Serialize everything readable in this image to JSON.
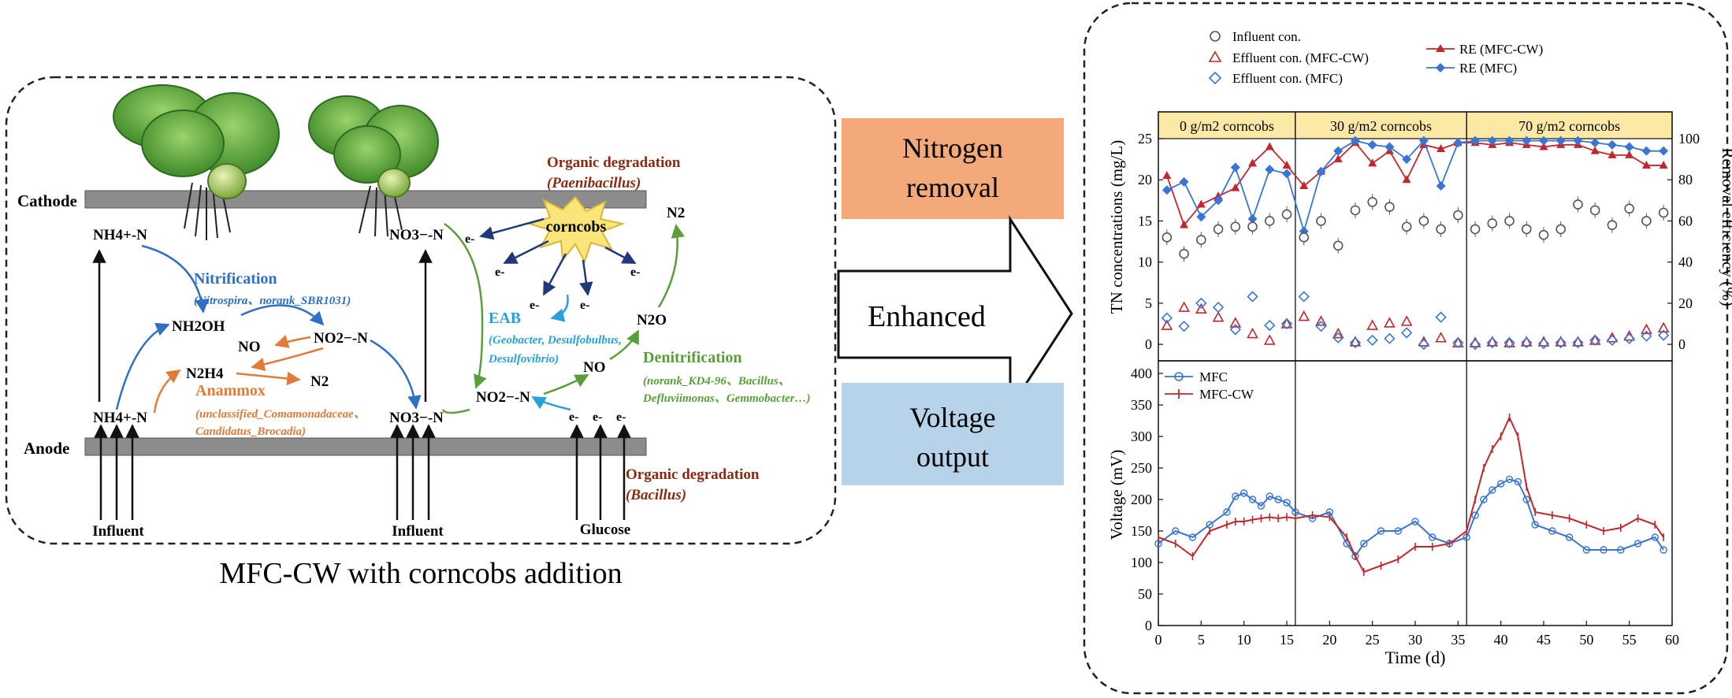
{
  "colors": {
    "blue": "#2f6fc4",
    "light_blue": "#2aa0d8",
    "orange": "#e07b39",
    "green": "#5a9e3a",
    "dark_red": "#8b2a10",
    "navy": "#1f3a7a",
    "salmon_box": "#f4a97a",
    "blue_box": "#b7d3ea",
    "chart_header": "#fde9a6",
    "mfc_line": "#3a75d2",
    "mfccw_line": "#c0282e",
    "gray_marker": "#555555"
  },
  "left_panel": {
    "caption": "MFC-CW with corncobs addition",
    "cathode": "Cathode",
    "anode": "Anode",
    "nh4_top": "NH4+-N",
    "nh4_bottom": "NH4+-N",
    "no3_top": "NO3−-N",
    "no3_bottom": "NO3−-N",
    "nh2oh": "NH2OH",
    "no2_left": "NO2−-N",
    "no_left": "NO",
    "n2h4": "N2H4",
    "n2_left": "N2",
    "nitrification": "Nitrification",
    "nitrification_bact": "(Nitrospira、norank_SBR1031)",
    "anammox": "Anammox",
    "anammox_bact_1": "(unclassified_Comamonadaceae、",
    "anammox_bact_2": "Candidatus_Brocadia)",
    "organic_top": "Organic degradation",
    "organic_top_bact": "(Paenibacillus)",
    "corncobs": "corncobs",
    "electron": "e-",
    "eab": "EAB",
    "eab_bact_1": "(Geobacter, Desulfobulbus,",
    "eab_bact_2": "Desulfovibrio)",
    "no2_right": "NO2−-N",
    "no_right": "NO",
    "n2o": "N2O",
    "n2_right": "N2",
    "denitrification": "Denitrification",
    "denit_bact_1": "(norank_KD4-96、Bacillus、",
    "denit_bact_2": "Defluviimonas、Gemmobacter…)",
    "organic_bottom": "Organic degradation",
    "organic_bottom_bact": "(Bacillus)",
    "influent_1": "Influent",
    "influent_2": "Influent",
    "glucose": "Glucose"
  },
  "middle": {
    "nitrogen_removal_1": "Nitrogen",
    "nitrogen_removal_2": "removal",
    "enhanced": "Enhanced",
    "voltage_output_1": "Voltage",
    "voltage_output_2": "output"
  },
  "chart_data": [
    {
      "type": "scatter",
      "title": "",
      "xlabel": "",
      "ylabel": "TN concentrations (mg/L)",
      "y2label": "Removal efficiency (%)",
      "xlim": [
        0,
        60
      ],
      "ylim": [
        -2,
        25
      ],
      "y2lim": [
        -8,
        100
      ],
      "yticks": [
        0,
        5,
        10,
        15,
        20,
        25
      ],
      "y2ticks": [
        0,
        20,
        40,
        60,
        80,
        100
      ],
      "phases": [
        {
          "label": "0 g/m2 corncobs",
          "start": 0,
          "end": 16
        },
        {
          "label": "30 g/m2 corncobs",
          "start": 16,
          "end": 36
        },
        {
          "label": "70 g/m2 corncobs",
          "start": 36,
          "end": 60
        }
      ],
      "legend": {
        "influent": "Influent con.",
        "eff_mfccw": "Effluent con. (MFC-CW)",
        "eff_mfc": "Effluent con. (MFC)",
        "re_mfccw": "RE (MFC-CW)",
        "re_mfc": "RE (MFC)"
      },
      "series": [
        {
          "name": "Influent con.",
          "x": [
            1,
            3,
            5,
            7,
            9,
            11,
            13,
            15,
            17,
            19,
            21,
            23,
            25,
            27,
            29,
            31,
            33,
            35,
            37,
            39,
            41,
            43,
            45,
            47,
            49,
            51,
            53,
            55,
            57,
            59
          ],
          "values": [
            13,
            11,
            12.7,
            14,
            14.3,
            14.3,
            15,
            15.8,
            13,
            15,
            12,
            16.3,
            17.3,
            16.7,
            14.3,
            15,
            14,
            15.7,
            14,
            14.7,
            15,
            14,
            13.3,
            14,
            17,
            16.3,
            14.5,
            16.5,
            15,
            16
          ]
        },
        {
          "name": "Effluent con. (MFC-CW)",
          "x": [
            1,
            3,
            5,
            7,
            9,
            11,
            13,
            15,
            17,
            19,
            21,
            23,
            25,
            27,
            29,
            31,
            33,
            35,
            37,
            39,
            41,
            43,
            45,
            47,
            49,
            51,
            53,
            55,
            57,
            59
          ],
          "values": [
            2.3,
            4.5,
            4.3,
            3.3,
            2.6,
            1.3,
            0.5,
            2.5,
            3.4,
            2.8,
            1.3,
            0.3,
            2.3,
            2.6,
            2.8,
            0.3,
            0.8,
            0.2,
            0.2,
            0.3,
            0.2,
            0.3,
            0.3,
            0.3,
            0.3,
            0.5,
            0.8,
            1,
            1.8,
            2
          ]
        },
        {
          "name": "Effluent con. (MFC)",
          "x": [
            1,
            3,
            5,
            7,
            9,
            11,
            13,
            15,
            17,
            19,
            21,
            23,
            25,
            27,
            29,
            31,
            33,
            35,
            37,
            39,
            41,
            43,
            45,
            47,
            49,
            51,
            53,
            55,
            57,
            59
          ],
          "values": [
            3.2,
            2.2,
            5,
            4.5,
            1.8,
            5.8,
            2.3,
            2.5,
            5.8,
            2.2,
            0.8,
            0.2,
            0.5,
            0.7,
            1.4,
            0,
            3.3,
            0.2,
            0,
            0.2,
            0.2,
            0.2,
            0.1,
            0.2,
            0.2,
            0.5,
            0.5,
            0.7,
            1,
            1.1
          ]
        },
        {
          "name": "RE (MFC-CW)",
          "x": [
            1,
            3,
            5,
            7,
            9,
            11,
            13,
            15,
            17,
            19,
            21,
            23,
            25,
            27,
            29,
            31,
            33,
            35,
            37,
            39,
            41,
            43,
            45,
            47,
            49,
            51,
            53,
            55,
            57,
            59
          ],
          "values": [
            82,
            58,
            68,
            72,
            76,
            88,
            96,
            87,
            77,
            84,
            90,
            98,
            88,
            94,
            80,
            97,
            95,
            98,
            98,
            97,
            98,
            97,
            96,
            97,
            97,
            94,
            92,
            92,
            87,
            87
          ]
        },
        {
          "name": "RE (MFC)",
          "x": [
            1,
            3,
            5,
            7,
            9,
            11,
            13,
            15,
            17,
            19,
            21,
            23,
            25,
            27,
            29,
            31,
            33,
            35,
            37,
            39,
            41,
            43,
            45,
            47,
            49,
            51,
            53,
            55,
            57,
            59
          ],
          "values": [
            75,
            79,
            62,
            70,
            86,
            61,
            85,
            83,
            55,
            84,
            94,
            99,
            97,
            96,
            90,
            99,
            77,
            98,
            99,
            99,
            99,
            99,
            99,
            99,
            99,
            98,
            97,
            96,
            94,
            94
          ]
        }
      ]
    },
    {
      "type": "line",
      "title": "",
      "xlabel": "Time (d)",
      "ylabel": "Voltage (mV)",
      "xlim": [
        0,
        60
      ],
      "ylim": [
        0,
        420
      ],
      "xticks": [
        0,
        5,
        10,
        15,
        20,
        25,
        30,
        35,
        40,
        45,
        50,
        55,
        60
      ],
      "yticks": [
        0,
        50,
        100,
        150,
        200,
        250,
        300,
        350,
        400
      ],
      "phase_lines": [
        16,
        36
      ],
      "series": [
        {
          "name": "MFC",
          "x": [
            0,
            2,
            4,
            6,
            8,
            9,
            10,
            11,
            12,
            13,
            14,
            15,
            16,
            18,
            20,
            22,
            23,
            24,
            26,
            28,
            30,
            32,
            34,
            36,
            37,
            38,
            39,
            40,
            41,
            42,
            43,
            44,
            46,
            48,
            50,
            52,
            54,
            56,
            58,
            59
          ],
          "values": [
            130,
            150,
            140,
            160,
            180,
            205,
            210,
            200,
            190,
            205,
            200,
            195,
            180,
            170,
            180,
            130,
            110,
            130,
            150,
            150,
            165,
            140,
            130,
            140,
            175,
            200,
            215,
            225,
            232,
            228,
            200,
            160,
            150,
            140,
            120,
            120,
            120,
            130,
            140,
            120
          ]
        },
        {
          "name": "MFC-CW",
          "x": [
            0,
            2,
            4,
            6,
            8,
            9,
            10,
            11,
            12,
            13,
            14,
            15,
            16,
            18,
            20,
            22,
            23,
            24,
            26,
            28,
            30,
            32,
            34,
            36,
            37,
            38,
            39,
            40,
            41,
            42,
            43,
            44,
            46,
            48,
            50,
            52,
            54,
            56,
            58,
            59
          ],
          "values": [
            140,
            130,
            110,
            150,
            160,
            165,
            165,
            168,
            170,
            172,
            170,
            172,
            170,
            175,
            172,
            140,
            110,
            85,
            95,
            105,
            125,
            125,
            130,
            150,
            200,
            250,
            280,
            300,
            330,
            300,
            220,
            180,
            175,
            170,
            160,
            150,
            155,
            170,
            160,
            140
          ]
        }
      ]
    }
  ]
}
